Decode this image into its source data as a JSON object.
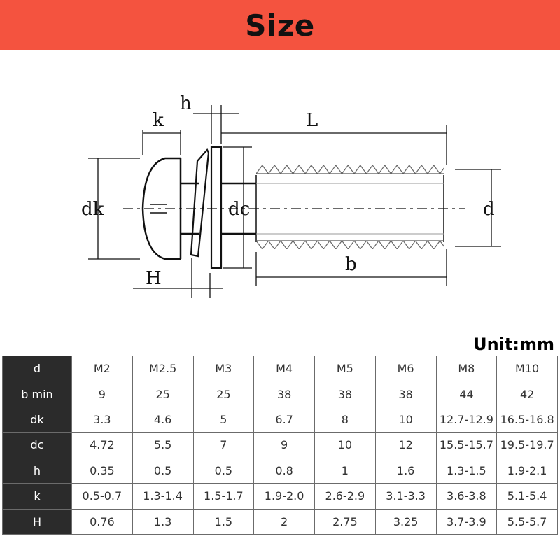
{
  "header": {
    "title": "Size",
    "color": "#f4533f"
  },
  "diagram": {
    "labels": {
      "k": "k",
      "h": "h",
      "L": "L",
      "dk": "dk",
      "dc": "dc",
      "d": "d",
      "b": "b",
      "H": "H"
    }
  },
  "unit_label": "Unit:mm",
  "table": {
    "rows": [
      {
        "name": "d",
        "values": [
          "M2",
          "M2.5",
          "M3",
          "M4",
          "M5",
          "M6",
          "M8",
          "M10"
        ]
      },
      {
        "name": "b min",
        "values": [
          "9",
          "25",
          "25",
          "38",
          "38",
          "38",
          "44",
          "42"
        ]
      },
      {
        "name": "dk",
        "values": [
          "3.3",
          "4.6",
          "5",
          "6.7",
          "8",
          "10",
          "12.7-12.9",
          "16.5-16.8"
        ]
      },
      {
        "name": "dc",
        "values": [
          "4.72",
          "5.5",
          "7",
          "9",
          "10",
          "12",
          "15.5-15.7",
          "19.5-19.7"
        ]
      },
      {
        "name": "h",
        "values": [
          "0.35",
          "0.5",
          "0.5",
          "0.8",
          "1",
          "1.6",
          "1.3-1.5",
          "1.9-2.1"
        ]
      },
      {
        "name": "k",
        "values": [
          "0.5-0.7",
          "1.3-1.4",
          "1.5-1.7",
          "1.9-2.0",
          "2.6-2.9",
          "3.1-3.3",
          "3.6-3.8",
          "5.1-5.4"
        ]
      },
      {
        "name": "H",
        "values": [
          "0.76",
          "1.3",
          "1.5",
          "2",
          "2.75",
          "3.25",
          "3.7-3.9",
          "5.5-5.7"
        ]
      }
    ]
  }
}
